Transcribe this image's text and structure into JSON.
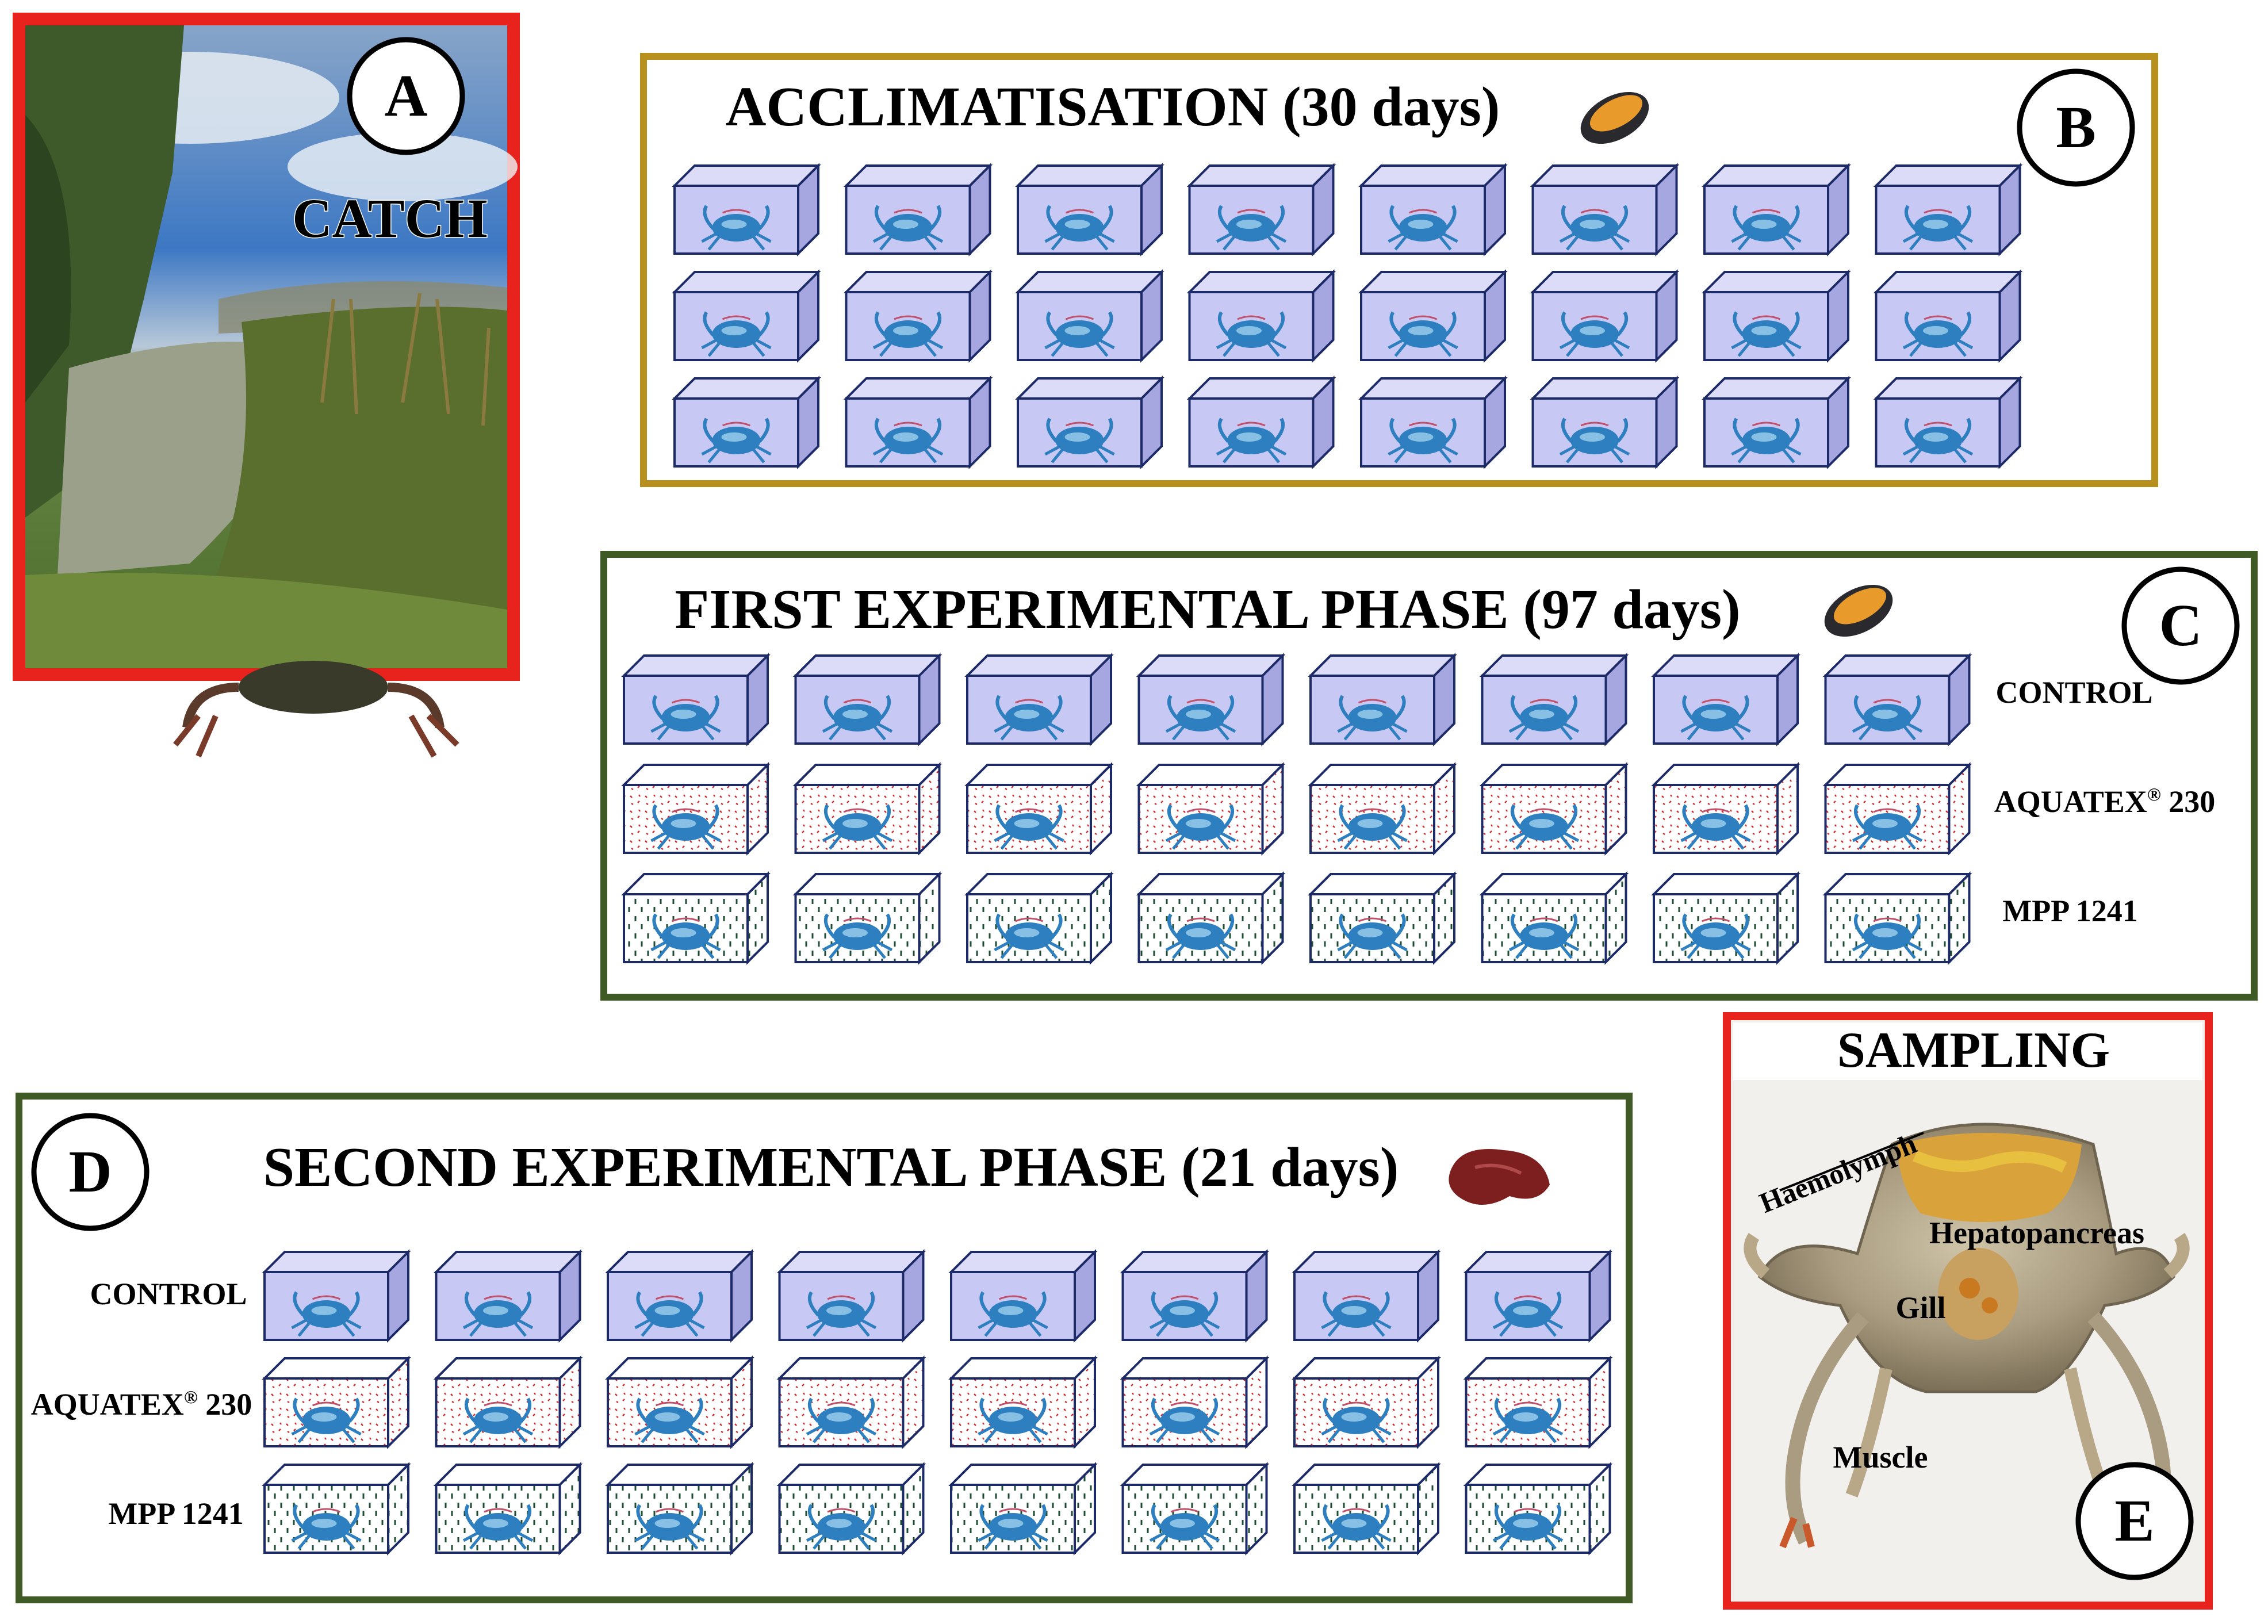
{
  "panels": {
    "a": {
      "letter": "A",
      "label": "CATCH"
    },
    "b": {
      "letter": "B",
      "title": "ACCLIMATISATION (30 days)",
      "food_icon": "mussel-icon"
    },
    "c": {
      "letter": "C",
      "title": "FIRST EXPERIMENTAL PHASE (97 days)",
      "food_icon": "mussel-icon"
    },
    "d": {
      "letter": "D",
      "title": "SECOND EXPERIMENTAL PHASE (21 days)",
      "food_icon": "liver-icon"
    },
    "e": {
      "letter": "E",
      "title": "SAMPLING",
      "labels": {
        "haemolymph": "Haemolymph",
        "hepatopancreas": "Hepatopancreas",
        "gill": "Gill",
        "muscle": "Muscle"
      }
    }
  },
  "treatments": {
    "control": "CONTROL",
    "aquatex_name": "AQUATEX",
    "aquatex_mark": "®",
    "aquatex_num": "230",
    "mpp": "MPP 1241"
  },
  "grid": {
    "tanks_per_row": 8,
    "rows": 3
  },
  "colors": {
    "panel_a_border": "#e8231d",
    "panel_b_border": "#b8901e",
    "panel_cd_border": "#3f5a24",
    "panel_e_border": "#e8231d",
    "tank_fill": "#c8c8f4",
    "tank_side": "#a6a6e0",
    "tank_edge": "#1c2a68",
    "crab": "#2e7fbf",
    "dots_red": "#cf2a2a",
    "dashes_green": "#1d4d33"
  }
}
